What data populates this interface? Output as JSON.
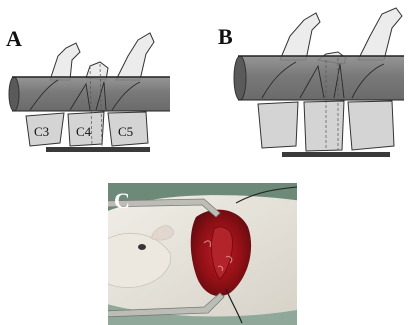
{
  "panels": {
    "a": {
      "label": "A",
      "vertebrae": [
        "C3",
        "C4",
        "C5"
      ]
    },
    "b": {
      "label": "B"
    },
    "c": {
      "label": "C"
    }
  },
  "colors": {
    "bar": "#6f6f6f",
    "vertebra_body": "#d4d4d4",
    "process": "#ececec",
    "plate": "#3a3a3a",
    "tissue": "#a0141c",
    "fur": "#e9e6df",
    "retractor": "#b9b9b4"
  }
}
